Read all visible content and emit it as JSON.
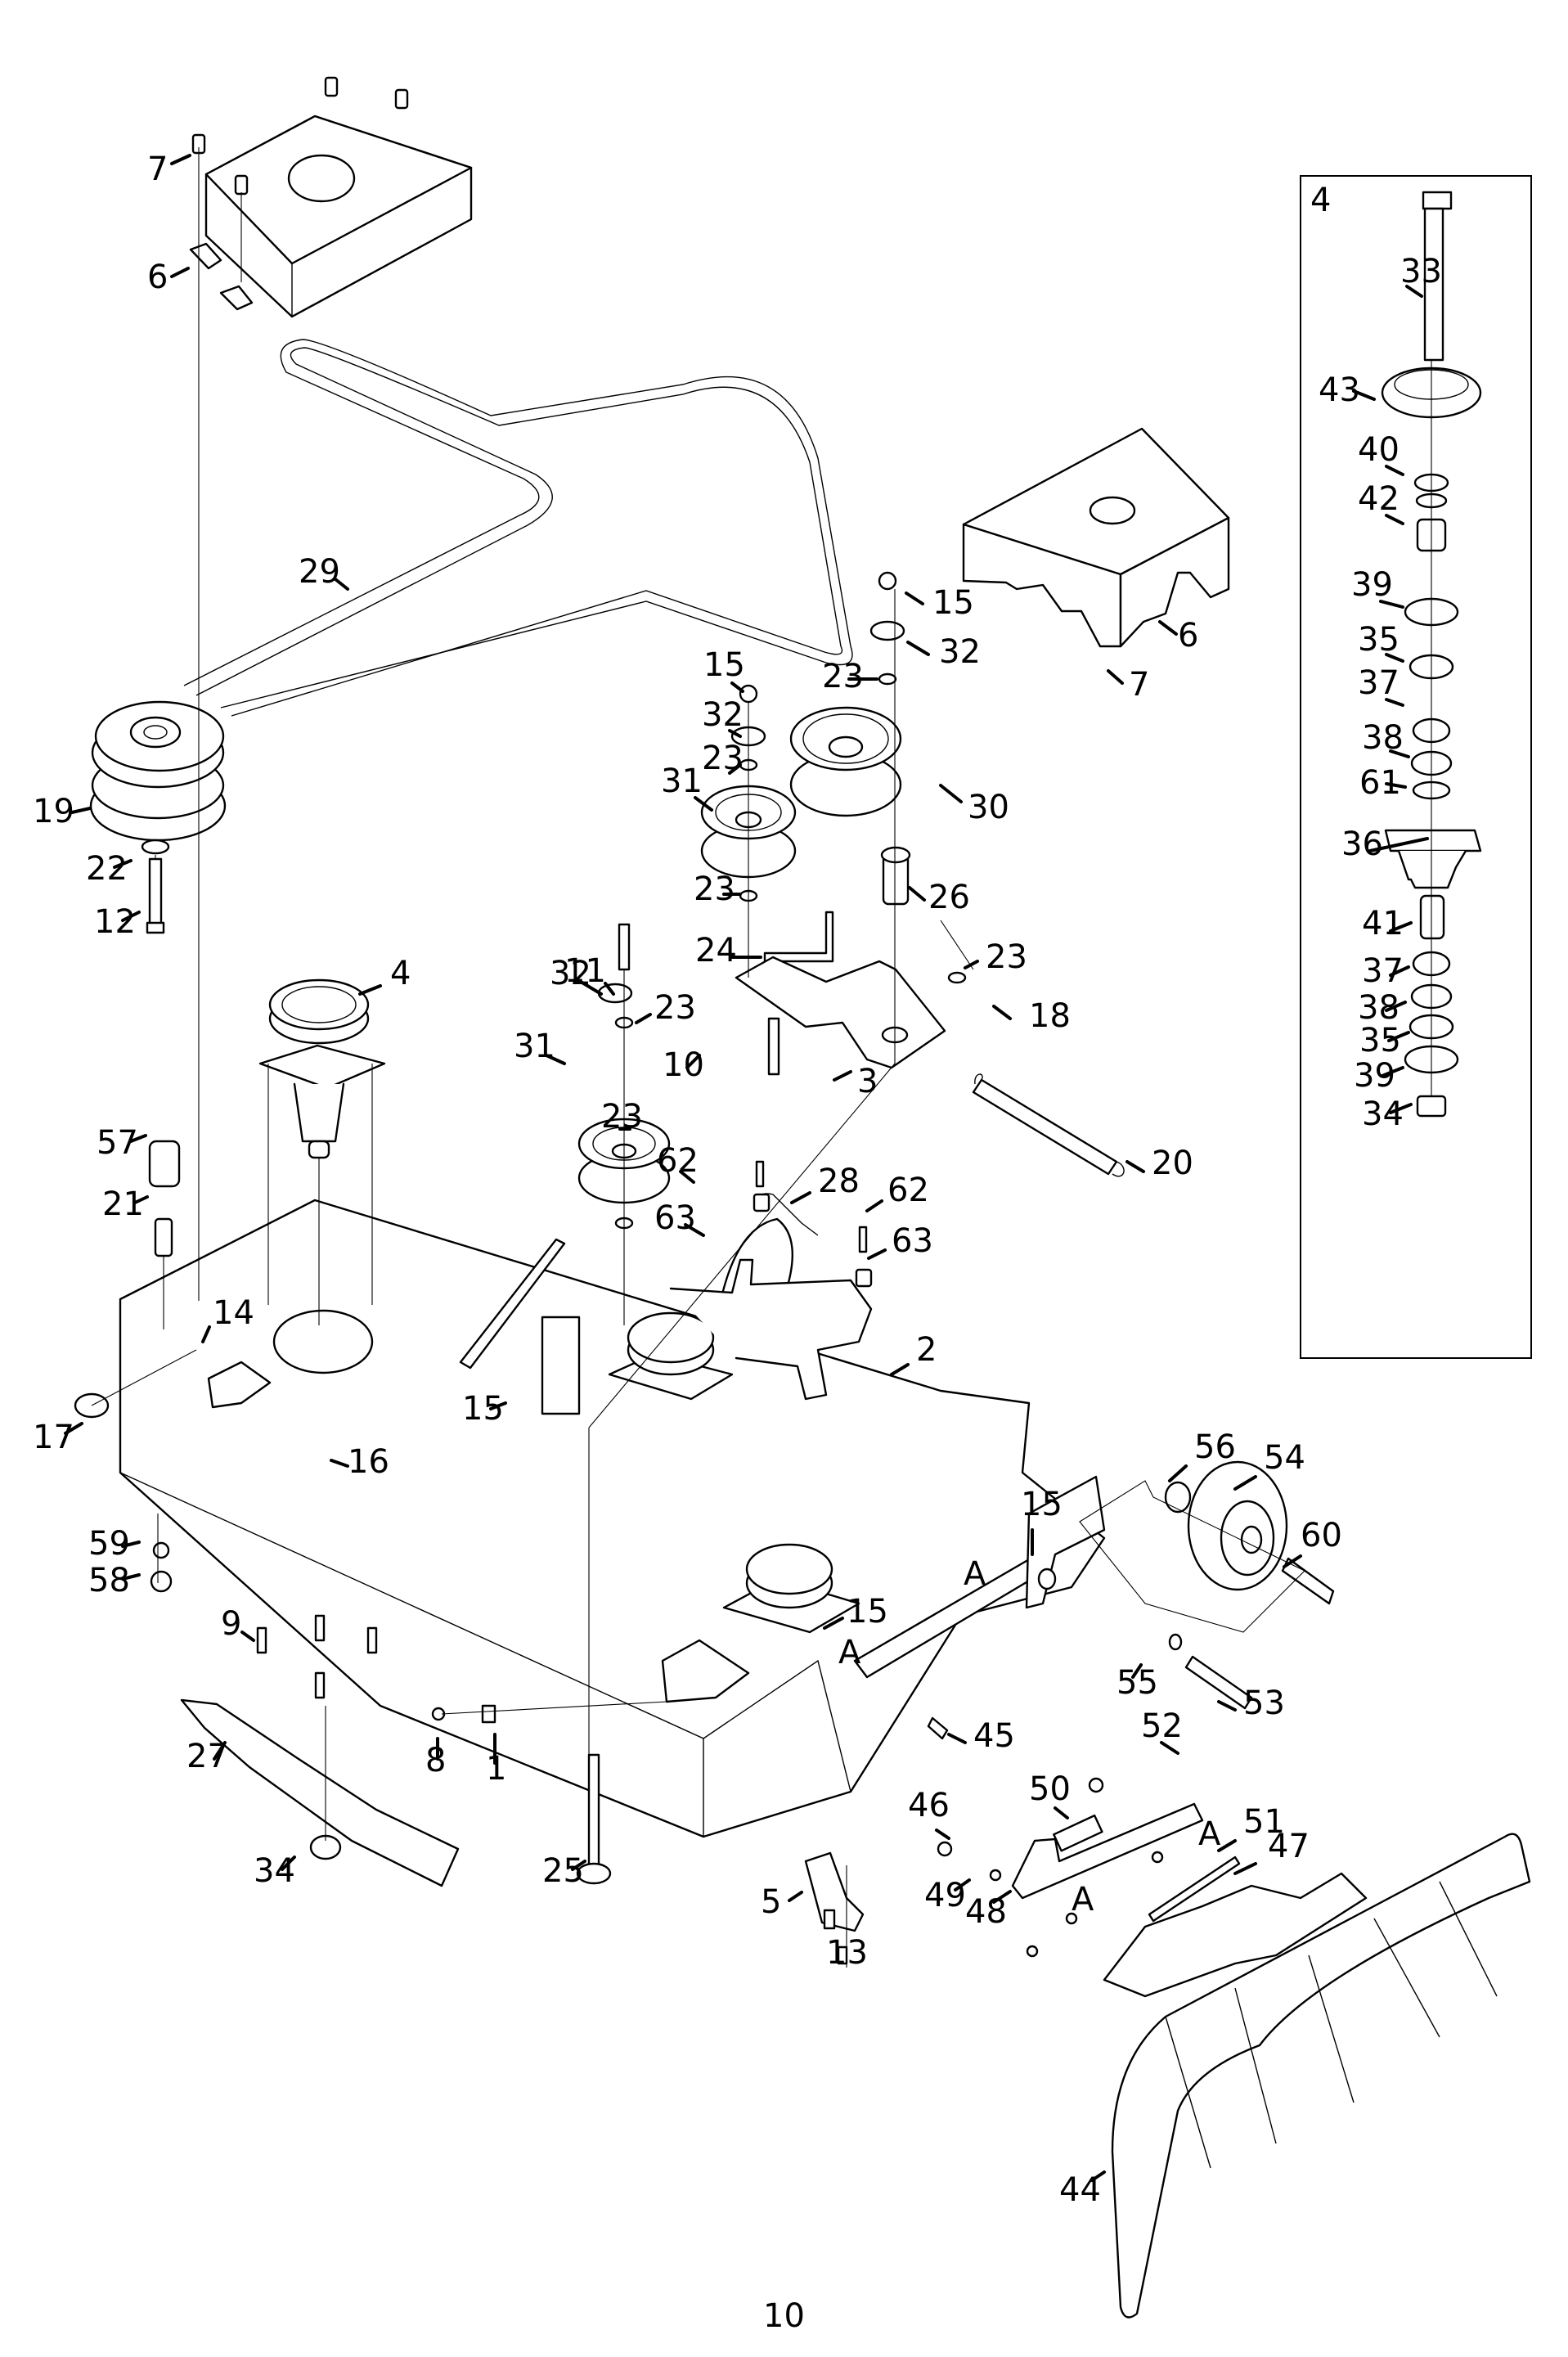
{
  "document": {
    "type": "exploded-parts-diagram",
    "subject": "mower deck assembly",
    "page_number": "10"
  },
  "inset": {
    "title": "4",
    "description": "spindle assembly detail",
    "callouts": [
      "33",
      "43",
      "40",
      "42",
      "39",
      "35",
      "37",
      "38",
      "61",
      "36",
      "41",
      "37",
      "38",
      "35",
      "39",
      "34"
    ]
  },
  "callouts": [
    {
      "id": "c7a",
      "label": "7"
    },
    {
      "id": "c6a",
      "label": "6"
    },
    {
      "id": "c29",
      "label": "29"
    },
    {
      "id": "c15a",
      "label": "15"
    },
    {
      "id": "c32a",
      "label": "32"
    },
    {
      "id": "c23a",
      "label": "23"
    },
    {
      "id": "c15b",
      "label": "15"
    },
    {
      "id": "c32b",
      "label": "32"
    },
    {
      "id": "c23b",
      "label": "23"
    },
    {
      "id": "c31a",
      "label": "31"
    },
    {
      "id": "c30",
      "label": "30"
    },
    {
      "id": "c6b",
      "label": "6"
    },
    {
      "id": "c7b",
      "label": "7"
    },
    {
      "id": "c19",
      "label": "19"
    },
    {
      "id": "c22",
      "label": "22"
    },
    {
      "id": "c12",
      "label": "12"
    },
    {
      "id": "c23c",
      "label": "23"
    },
    {
      "id": "c26",
      "label": "26"
    },
    {
      "id": "c24",
      "label": "24"
    },
    {
      "id": "c11",
      "label": "11"
    },
    {
      "id": "c4",
      "label": "4"
    },
    {
      "id": "c32c",
      "label": "32"
    },
    {
      "id": "c23d",
      "label": "23"
    },
    {
      "id": "c23e",
      "label": "23"
    },
    {
      "id": "c18",
      "label": "18"
    },
    {
      "id": "c10",
      "label": "10"
    },
    {
      "id": "c3",
      "label": "3"
    },
    {
      "id": "c31b",
      "label": "31"
    },
    {
      "id": "c20",
      "label": "20"
    },
    {
      "id": "c23f",
      "label": "23"
    },
    {
      "id": "c57",
      "label": "57"
    },
    {
      "id": "c62a",
      "label": "62"
    },
    {
      "id": "c63a",
      "label": "63"
    },
    {
      "id": "c28",
      "label": "28"
    },
    {
      "id": "c62b",
      "label": "62"
    },
    {
      "id": "c63b",
      "label": "63"
    },
    {
      "id": "c21",
      "label": "21"
    },
    {
      "id": "c14",
      "label": "14"
    },
    {
      "id": "c2",
      "label": "2"
    },
    {
      "id": "c15c",
      "label": "15"
    },
    {
      "id": "c17",
      "label": "17"
    },
    {
      "id": "c16",
      "label": "16"
    },
    {
      "id": "c56",
      "label": "56"
    },
    {
      "id": "c54",
      "label": "54"
    },
    {
      "id": "c15d",
      "label": "15"
    },
    {
      "id": "c60",
      "label": "60"
    },
    {
      "id": "c59",
      "label": "59"
    },
    {
      "id": "c58",
      "label": "58"
    },
    {
      "id": "cA1",
      "label": "A"
    },
    {
      "id": "c15e",
      "label": "15"
    },
    {
      "id": "cA2",
      "label": "A"
    },
    {
      "id": "c9",
      "label": "9"
    },
    {
      "id": "c55",
      "label": "55"
    },
    {
      "id": "c53",
      "label": "53"
    },
    {
      "id": "c45",
      "label": "45"
    },
    {
      "id": "c27",
      "label": "27"
    },
    {
      "id": "c8",
      "label": "8"
    },
    {
      "id": "c1",
      "label": "1"
    },
    {
      "id": "c52",
      "label": "52"
    },
    {
      "id": "c50",
      "label": "50"
    },
    {
      "id": "c46",
      "label": "46"
    },
    {
      "id": "cA3",
      "label": "A"
    },
    {
      "id": "c51",
      "label": "51"
    },
    {
      "id": "c47",
      "label": "47"
    },
    {
      "id": "c49",
      "label": "49"
    },
    {
      "id": "c48",
      "label": "48"
    },
    {
      "id": "cA4",
      "label": "A"
    },
    {
      "id": "c34",
      "label": "34"
    },
    {
      "id": "c25",
      "label": "25"
    },
    {
      "id": "c5",
      "label": "5"
    },
    {
      "id": "c13",
      "label": "13"
    },
    {
      "id": "c44",
      "label": "44"
    }
  ]
}
